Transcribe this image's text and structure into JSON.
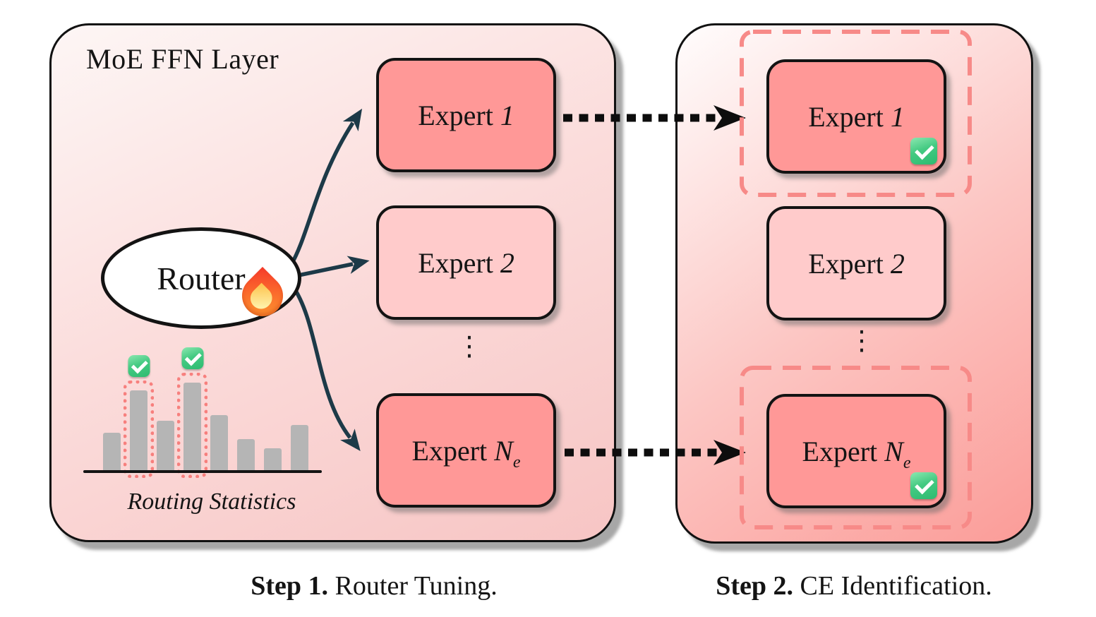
{
  "left_panel": {
    "title": "MoE FFN Layer",
    "router_label": "Router",
    "experts": [
      {
        "prefix": "Expert ",
        "index": "1",
        "subscript": "",
        "highlighted": true
      },
      {
        "prefix": "Expert ",
        "index": "2",
        "subscript": "",
        "highlighted": false
      },
      {
        "prefix": "Expert ",
        "index": "N",
        "subscript": "e",
        "highlighted": true
      }
    ],
    "ellipsis": "⋮",
    "routing_statistics_label": "Routing Statistics",
    "caption": {
      "bold": "Step 1.",
      "rest": " Router Tuning."
    }
  },
  "right_panel": {
    "experts": [
      {
        "prefix": "Expert ",
        "index": "1",
        "subscript": "",
        "selected": true
      },
      {
        "prefix": "Expert ",
        "index": "2",
        "subscript": "",
        "selected": false
      },
      {
        "prefix": "Expert ",
        "index": "N",
        "subscript": "e",
        "selected": true
      }
    ],
    "ellipsis": "⋮",
    "caption": {
      "bold": "Step 2.",
      "rest": " CE Identification."
    }
  },
  "icons": {
    "fire": "fire-icon (router being tuned)",
    "check": "green-check-icon (selected / identified expert)"
  },
  "colors": {
    "expert_highlight": "#ff9897",
    "expert_normal": "#ffcbcb",
    "dashed_selection": "#f78a88",
    "arrow_navy": "#1d3a48",
    "dotted_arrow_black": "#0d0d0d",
    "check_green": "#3ec77d",
    "bar_gray": "#b5b5b5",
    "panel_pink_light": "#f7c5c4",
    "panel_pink_strong": "#fb9c98"
  },
  "chart_data": {
    "type": "bar",
    "title": "Routing Statistics",
    "categories": [
      "expert-1",
      "expert-2",
      "expert-3",
      "expert-4",
      "expert-5",
      "expert-6",
      "expert-7",
      "expert-8"
    ],
    "values": [
      55,
      115,
      72,
      126,
      80,
      46,
      33,
      66
    ],
    "unit": "relative routing frequency (unlabeled axis, pixel heights)",
    "highlighted_bars": [
      2,
      4
    ],
    "highlight_marker": "red dotted outline + green check",
    "xlabel": "",
    "ylabel": "",
    "grid": false,
    "legend": false
  }
}
